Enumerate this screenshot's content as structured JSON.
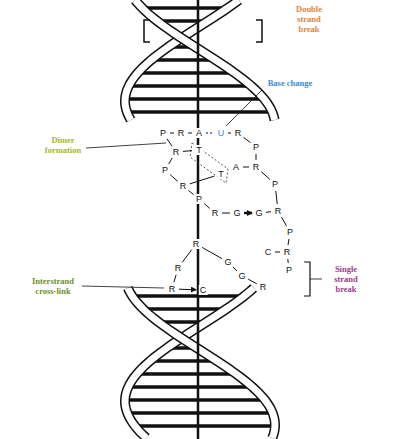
{
  "diagram": {
    "labels": [
      "Double strand break",
      "Base change",
      "Dimer formation",
      "Interstrand cross-link",
      "Single strand break",
      "P",
      "R",
      "A",
      "U",
      "R",
      "P",
      "R",
      "T",
      "A",
      "R",
      "P",
      "T",
      "R",
      "P",
      "P",
      "R",
      "G",
      "G",
      "R",
      "P",
      "R",
      "G",
      "C",
      "R",
      "P",
      "R",
      "G",
      "R",
      "R",
      "C"
    ]
  }
}
